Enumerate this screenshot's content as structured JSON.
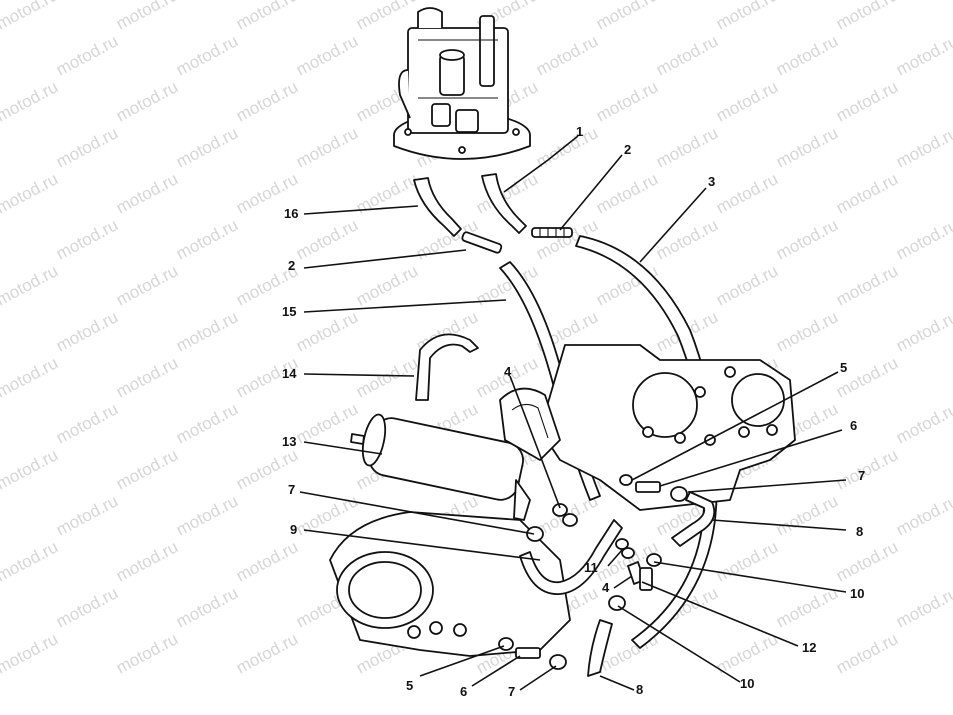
{
  "watermark": "motod.ru",
  "callouts": [
    {
      "id": "c1",
      "text": "1"
    },
    {
      "id": "c2a",
      "text": "2"
    },
    {
      "id": "c2b",
      "text": "2"
    },
    {
      "id": "c3",
      "text": "3"
    },
    {
      "id": "c4a",
      "text": "4"
    },
    {
      "id": "c4b",
      "text": "4"
    },
    {
      "id": "c5a",
      "text": "5"
    },
    {
      "id": "c5b",
      "text": "5"
    },
    {
      "id": "c6a",
      "text": "6"
    },
    {
      "id": "c6b",
      "text": "6"
    },
    {
      "id": "c7a",
      "text": "7"
    },
    {
      "id": "c7b",
      "text": "7"
    },
    {
      "id": "c7c",
      "text": "7"
    },
    {
      "id": "c8a",
      "text": "8"
    },
    {
      "id": "c8b",
      "text": "8"
    },
    {
      "id": "c9",
      "text": "9"
    },
    {
      "id": "c10a",
      "text": "10"
    },
    {
      "id": "c10b",
      "text": "10"
    },
    {
      "id": "c11",
      "text": "11"
    },
    {
      "id": "c12",
      "text": "12"
    },
    {
      "id": "c13",
      "text": "13"
    },
    {
      "id": "c14",
      "text": "14"
    },
    {
      "id": "c15",
      "text": "15"
    },
    {
      "id": "c16",
      "text": "16"
    }
  ]
}
